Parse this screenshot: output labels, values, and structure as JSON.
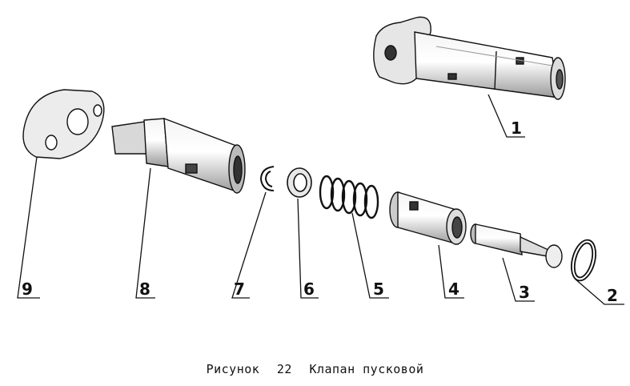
{
  "caption": {
    "prefix": "Рисунок",
    "number": "22",
    "title": "Клапан пусковой"
  },
  "callouts": [
    "1",
    "2",
    "3",
    "4",
    "5",
    "6",
    "7",
    "8",
    "9"
  ]
}
